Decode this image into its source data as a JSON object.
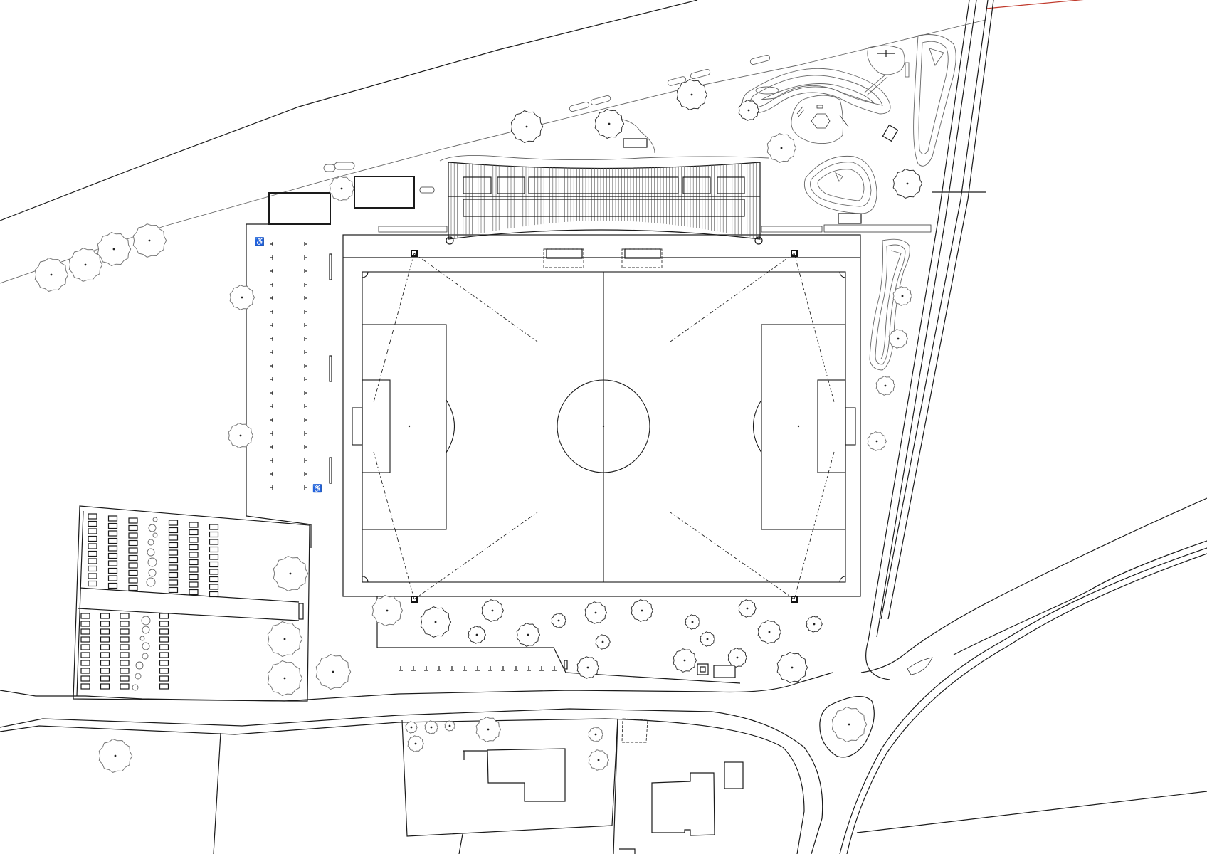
{
  "drawing": {
    "type": "site-plan",
    "background": "#ffffff",
    "line_color": "#1a1a1a",
    "accent_line_color": "#c0392b"
  },
  "features": {
    "pitch": {
      "name": "football-pitch",
      "markings": [
        "halfway-line",
        "center-circle",
        "penalty-areas",
        "goal-areas",
        "penalty-arcs",
        "corner-arcs",
        "goals"
      ]
    },
    "grandstand": {
      "name": "covered-grandstand",
      "roof": "corrugated",
      "seat_blocks": 5
    },
    "floodlights": {
      "count": 4
    },
    "parking": {
      "name": "car-park",
      "accessible_spaces": 2
    },
    "allotments": {
      "name": "allotment-gardens",
      "sections": 2
    },
    "pump_track": {
      "name": "bike-pump-track"
    },
    "playground": {
      "name": "playground"
    },
    "roundabout": {
      "name": "roundabout"
    },
    "houses": {
      "count": 3
    },
    "benches": {
      "count": 2
    }
  },
  "text_labels": []
}
